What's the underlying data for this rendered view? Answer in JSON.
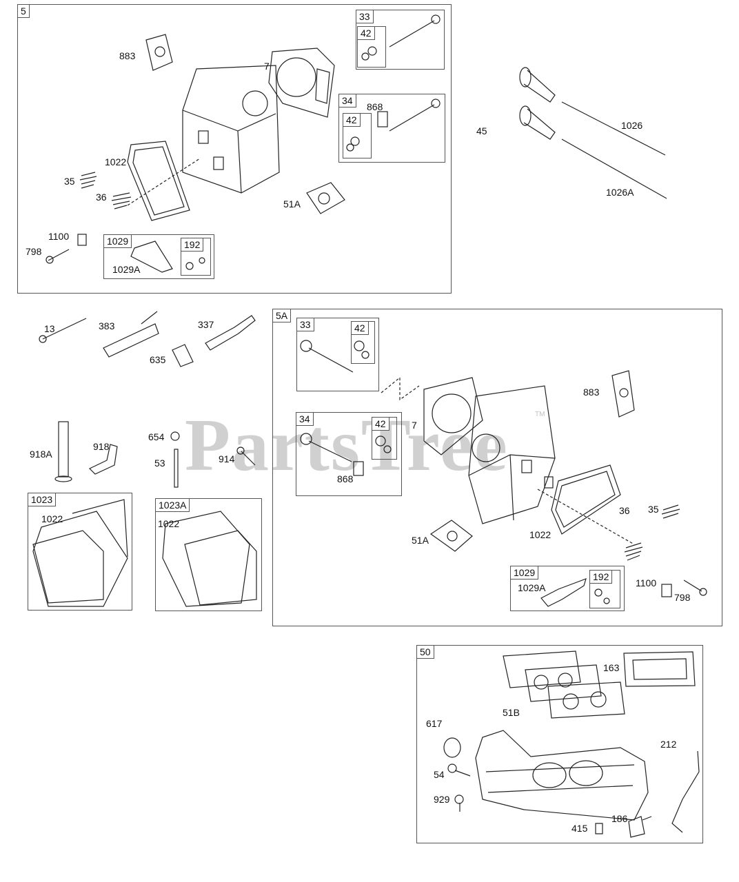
{
  "watermark": {
    "text": "PartsTree",
    "tm": "TM"
  },
  "groups": {
    "g5": "5",
    "g5_33": "33",
    "g5_42a": "42",
    "g5_34": "34",
    "g5_42b": "42",
    "g5_1029": "1029",
    "g5_192": "192",
    "g5A": "5A",
    "g5A_33": "33",
    "g5A_42a": "42",
    "g5A_34": "34",
    "g5A_42b": "42",
    "g5A_1029": "1029",
    "g5A_192": "192",
    "g1023": "1023",
    "g1023A": "1023A",
    "g50": "50"
  },
  "labels": {
    "l883a": "883",
    "l7a": "7",
    "l868a": "868",
    "l1022a": "1022",
    "l35a": "35",
    "l36a": "36",
    "l51Aa": "51A",
    "l1100a": "1100",
    "l798a": "798",
    "l1029Aa": "1029A",
    "l45": "45",
    "l1026": "1026",
    "l1026A": "1026A",
    "l13": "13",
    "l383": "383",
    "l337": "337",
    "l635": "635",
    "l918A": "918A",
    "l918": "918",
    "l654": "654",
    "l53": "53",
    "l914": "914",
    "l1022b": "1022",
    "l1022c": "1022",
    "l7b": "7",
    "l883b": "883",
    "l868b": "868",
    "l36b": "36",
    "l35b": "35",
    "l51Ab": "51A",
    "l1022d": "1022",
    "l1029Ab": "1029A",
    "l1100b": "1100",
    "l798b": "798",
    "l163": "163",
    "l51B": "51B",
    "l617": "617",
    "l212": "212",
    "l54": "54",
    "l929": "929",
    "l186": "186",
    "l415": "415"
  }
}
